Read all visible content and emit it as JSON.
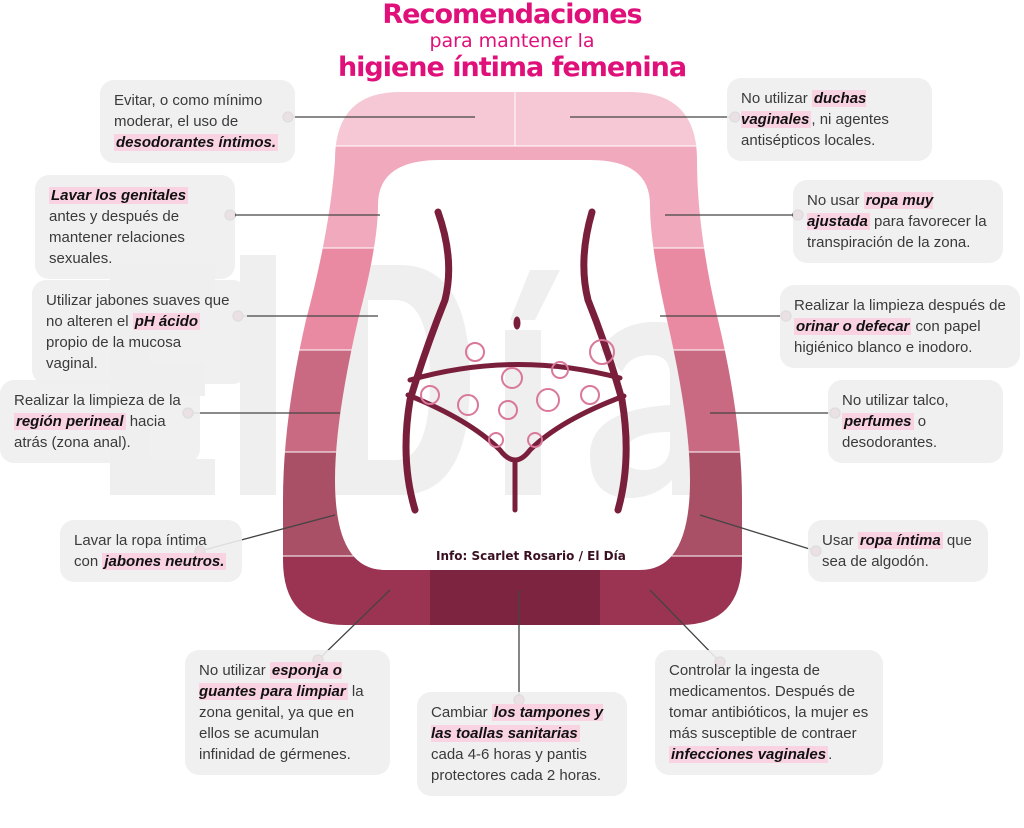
{
  "watermark": "El Día",
  "title": {
    "line1": "Recomendaciones",
    "line2": "para mantener la",
    "line3": "higiene íntima femenina"
  },
  "credit": "Info: Scarlet Rosario / El Día",
  "colors": {
    "title": "#e0107a",
    "highlight": "#f9d3e1",
    "figure": "#7a1f3b"
  },
  "tips": [
    [
      {
        "t": "Evitar, o como mínimo moderar, el uso de "
      },
      {
        "t": "desodorantes íntimos.",
        "b": 1
      }
    ],
    [
      {
        "t": "Lavar los genitales",
        "b": 1
      },
      {
        "t": " antes y después de mantener relaciones sexuales."
      }
    ],
    [
      {
        "t": "Utilizar jabones suaves que no alteren el "
      },
      {
        "t": "pH ácido",
        "b": 1
      },
      {
        "t": " propio de la mucosa vaginal."
      }
    ],
    [
      {
        "t": "Realizar la limpieza de la "
      },
      {
        "t": "región perineal",
        "b": 1
      },
      {
        "t": " hacia atrás (zona anal)."
      }
    ],
    [
      {
        "t": "Lavar la ropa íntima con "
      },
      {
        "t": "jabones neutros.",
        "b": 1
      }
    ],
    [
      {
        "t": "No utilizar "
      },
      {
        "t": "esponja o guantes para limpiar",
        "b": 1
      },
      {
        "t": " la zona genital, ya que en ellos se acumulan infinidad de gérmenes."
      }
    ],
    [
      {
        "t": "Cambiar "
      },
      {
        "t": "los tampones y las toallas sanitarias",
        "b": 1
      },
      {
        "t": " cada 4-6 horas y pantis protectores cada 2 horas."
      }
    ],
    [
      {
        "t": "Controlar la ingesta de medicamentos. Después de tomar antibióticos, la mujer es más susceptible de contraer "
      },
      {
        "t": "infecciones vaginales",
        "b": 1
      },
      {
        "t": "."
      }
    ],
    [
      {
        "t": "No utilizar "
      },
      {
        "t": "duchas vaginales",
        "b": 1
      },
      {
        "t": ", ni agentes antisépticos locales."
      }
    ],
    [
      {
        "t": "No usar "
      },
      {
        "t": "ropa muy ajustada",
        "b": 1
      },
      {
        "t": " para favorecer la transpiración de la zona."
      }
    ],
    [
      {
        "t": "Realizar la limpieza después de "
      },
      {
        "t": "orinar o defecar",
        "b": 1
      },
      {
        "t": " con papel higiénico blanco e inodoro."
      }
    ],
    [
      {
        "t": "No utilizar talco, "
      },
      {
        "t": "perfumes",
        "b": 1
      },
      {
        "t": " o desodorantes."
      }
    ],
    [
      {
        "t": "Usar "
      },
      {
        "t": "ropa íntima",
        "b": 1
      },
      {
        "t": " que sea de algodón."
      }
    ]
  ]
}
